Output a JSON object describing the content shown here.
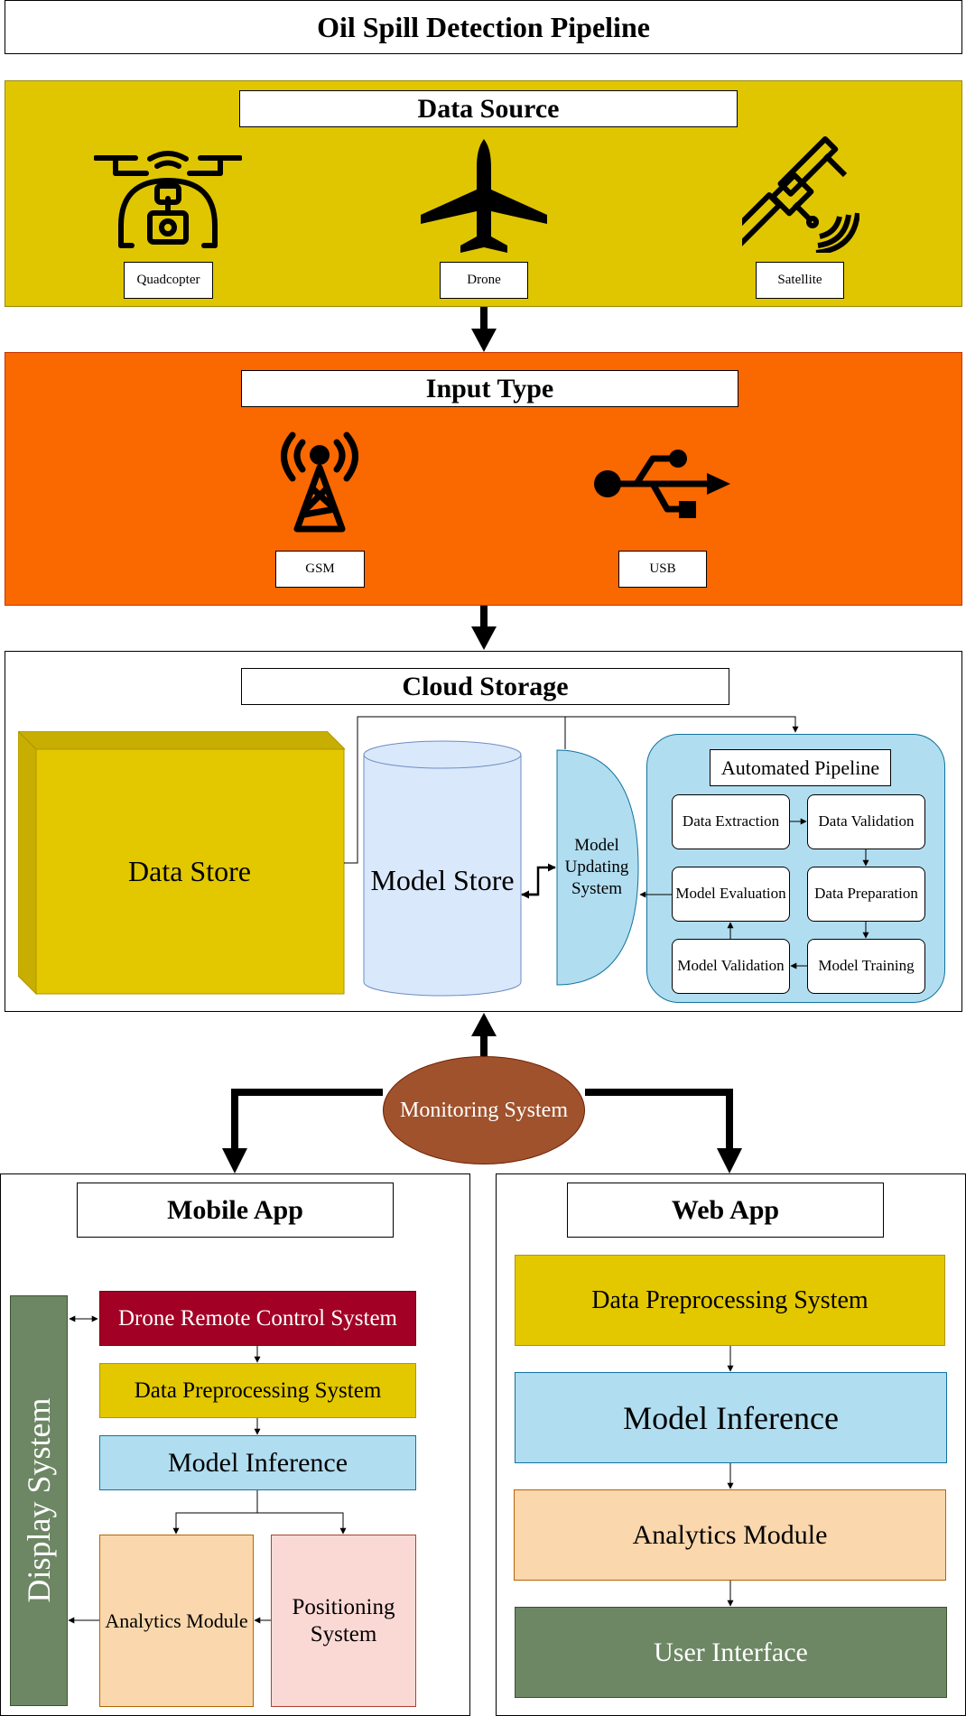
{
  "title": "Oil Spill Detection Pipeline",
  "colors": {
    "data_source_bg": "#e0c600",
    "input_type_bg": "#fa6800",
    "data_store": "#e3c800",
    "model_store": "#dae8fc",
    "pipeline_bg": "#b1ddf0",
    "drone_control": "#a20025",
    "preprocessing": "#e3c800",
    "inference": "#b1ddf0",
    "analytics": "#fad7ac",
    "positioning": "#fad9d5",
    "display": "#6d8764",
    "monitoring": "#a0522d"
  },
  "data_source": {
    "heading": "Data Source",
    "items": [
      {
        "icon": "quadcopter-icon",
        "label": "Quadcopter"
      },
      {
        "icon": "airplane-icon",
        "label": "Drone"
      },
      {
        "icon": "satellite-icon",
        "label": "Satellite"
      }
    ]
  },
  "input_type": {
    "heading": "Input Type",
    "items": [
      {
        "icon": "antenna-tower-icon",
        "label": "GSM"
      },
      {
        "icon": "usb-icon",
        "label": "USB"
      }
    ]
  },
  "cloud_storage": {
    "heading": "Cloud Storage",
    "data_store": "Data Store",
    "model_store": "Model Store",
    "model_updating": "Model Updating System",
    "pipeline": {
      "heading": "Automated Pipeline",
      "steps": [
        "Data Extraction",
        "Data Validation",
        "Model Evaluation",
        "Data Preparation",
        "Model Validation",
        "Model Training"
      ]
    }
  },
  "monitoring": "Monitoring System",
  "mobile_app": {
    "heading": "Mobile App",
    "display_system": "Display System",
    "drone_control": "Drone Remote Control System",
    "preprocessing": "Data Preprocessing System",
    "inference": "Model Inference",
    "analytics": "Analytics Module",
    "positioning": "Positioning System"
  },
  "web_app": {
    "heading": "Web App",
    "preprocessing": "Data Preprocessing System",
    "inference": "Model Inference",
    "analytics": "Analytics Module",
    "ui": "User Interface"
  }
}
